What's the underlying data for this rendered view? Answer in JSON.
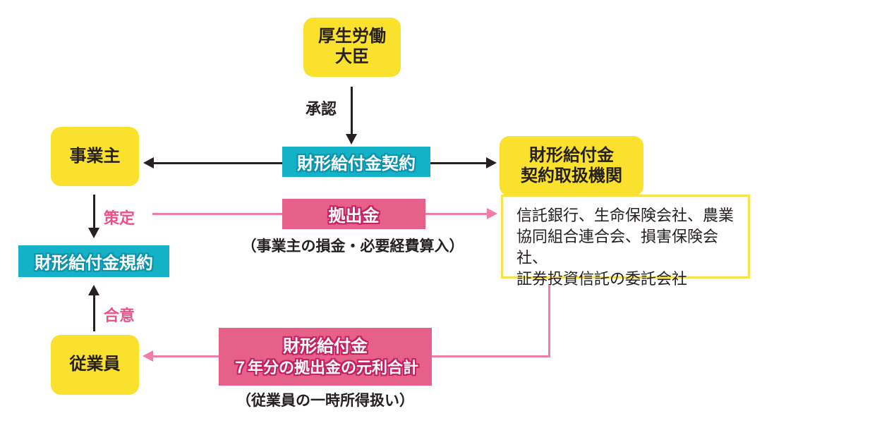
{
  "diagram": {
    "colors": {
      "yellow": "#F9E12D",
      "teal": "#14B2C7",
      "teal_outline": "#0B93AC",
      "pink": "#E7608A",
      "pink_outline": "#C42062",
      "pink_line": "#F07DA5",
      "pink_text": "#E8538B",
      "ink": "#262020",
      "list_border": "#F7E24C"
    },
    "nodes": {
      "minister": {
        "label": "厚生労働\n大臣"
      },
      "employer": {
        "label": "事業主"
      },
      "employee": {
        "label": "従業員"
      },
      "contract": {
        "label": "財形給付金契約"
      },
      "rules": {
        "label": "財形給付金規約"
      },
      "institution": {
        "label": "財形給付金\n契約取扱機関"
      },
      "institution_list": {
        "text": "信託銀行、生命保険会社、農業\n協同組合連合会、損害保険会社、\n証券投資信託の委託会社"
      },
      "contribution": {
        "label": "拠出金",
        "note": "（事業主の損金・必要経費算入）"
      },
      "benefit": {
        "label_line1": "財形給付金",
        "label_line2": "７年分の拠出金の元利合計",
        "note": "（従業員の一時所得扱い）"
      }
    },
    "edges": {
      "approval": {
        "label": "承認"
      },
      "formulate": {
        "label": "策定"
      },
      "agreement": {
        "label": "合意"
      }
    }
  }
}
